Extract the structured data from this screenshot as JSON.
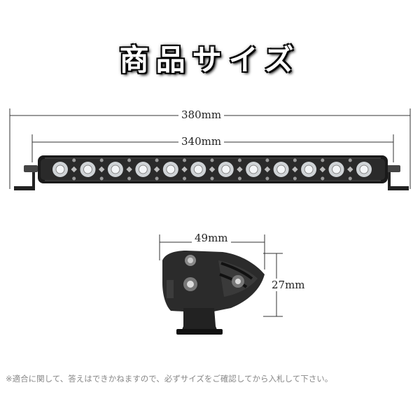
{
  "title": "商品サイズ",
  "dimensions": {
    "overall_length": "380mm",
    "body_length": "340mm",
    "depth": "49mm",
    "height": "27mm"
  },
  "light_bar": {
    "led_count": 12,
    "body_color": "#1a1a1a",
    "led_color": "#f4f6f8"
  },
  "note": "※適合に関して、答えはできかねますので、必ずサイズをご確認してから入札して下さい。"
}
